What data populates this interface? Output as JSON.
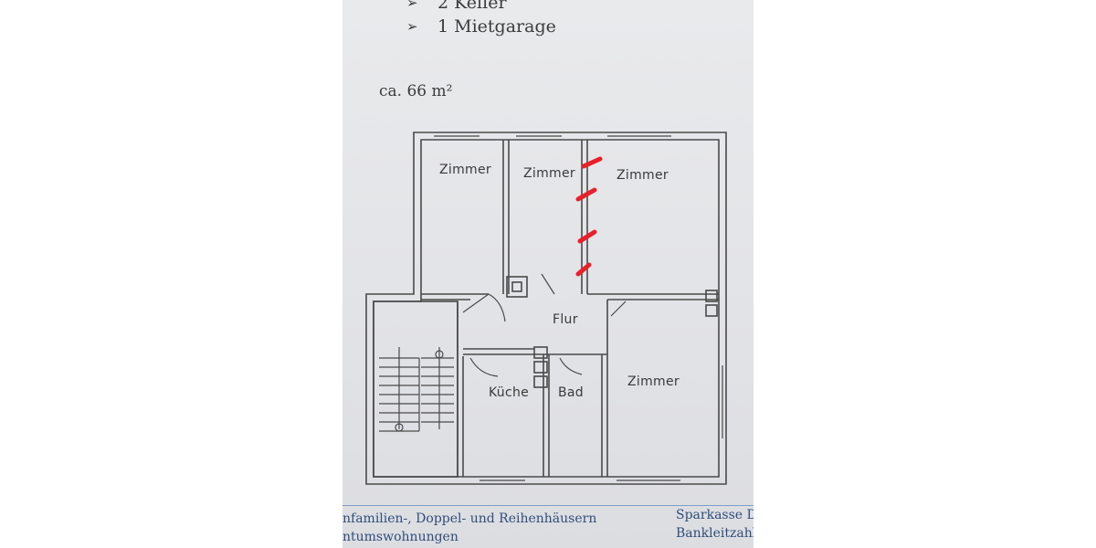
{
  "bullets": [
    {
      "label": "2 Keller"
    },
    {
      "label": "1 Mietgarage"
    }
  ],
  "area": "ca. 66 m²",
  "rooms": [
    {
      "label": "Zimmer"
    },
    {
      "label": "Zimmer"
    },
    {
      "label": "Zimmer"
    },
    {
      "label": "Flur"
    },
    {
      "label": "Küche"
    },
    {
      "label": "Bad"
    },
    {
      "label": "Zimmer"
    }
  ],
  "footer": {
    "left_line1": "nfamilien-, Doppel- und Reihenhäusern",
    "left_line2": "ntumswohnungen",
    "right_line1": "Sparkasse D",
    "right_line2": "Bankleitzahl"
  },
  "colors": {
    "paper": "#e4e5e8",
    "ink": "#3a3a3a",
    "marker": "#e8202a",
    "footer_text": "#2f4e7b"
  }
}
